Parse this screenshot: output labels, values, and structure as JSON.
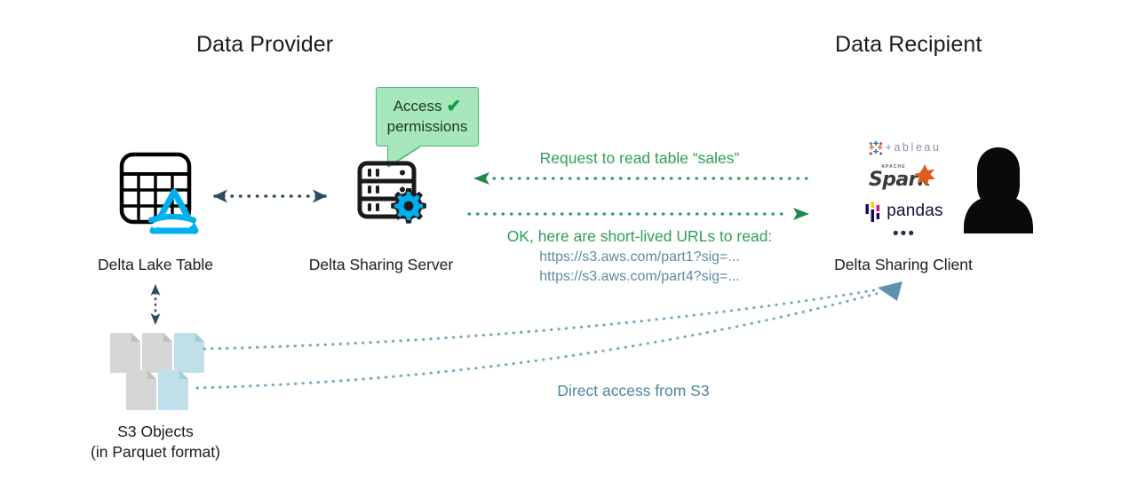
{
  "diagram": {
    "title_left": "Data Provider",
    "title_right": "Data Recipient",
    "colors": {
      "green_message": "#2f9e57",
      "callout_fill": "#a8e6bd",
      "callout_border": "#49b96e",
      "url_blue": "#5c8ba0",
      "arrow_dark_blue": "#2c4d5e",
      "arrow_light_blue": "#7aa8bd",
      "delta_blue": "#00b0f0",
      "file_gray": "#d6d6d6",
      "file_blue": "#bfe0ea",
      "text_black": "#1b1b1b"
    }
  },
  "provider": {
    "table_node": {
      "caption": "Delta Lake Table",
      "icon": "delta-lake-table-icon"
    },
    "server_node": {
      "caption": "Delta Sharing Server",
      "icon": "server-with-gear-icon"
    },
    "callout": {
      "line1": "Access",
      "line2": "permissions",
      "check_glyph": "✔"
    },
    "storage_node": {
      "caption_line1": "S3 Objects",
      "caption_line2": "(in Parquet format)",
      "files": [
        {
          "name": "file-gray-1",
          "color": "gray"
        },
        {
          "name": "file-gray-2",
          "color": "gray"
        },
        {
          "name": "file-blue-1",
          "color": "blue"
        },
        {
          "name": "file-gray-3",
          "color": "gray"
        },
        {
          "name": "file-blue-2",
          "color": "blue"
        }
      ]
    }
  },
  "recipient": {
    "caption": "Delta Sharing Client",
    "logos": [
      {
        "name": "tableau-logo",
        "label": "+ableau"
      },
      {
        "name": "spark-logo",
        "label_small": "APACHE",
        "label": "Spark"
      },
      {
        "name": "pandas-logo",
        "label": "pandas"
      }
    ],
    "more_indicator": "•••",
    "avatar": "user-avatar-icon"
  },
  "messages": {
    "request": "Request to read table “sales”",
    "response_header": "OK, here are short-lived URLs to read:",
    "response_url_1": "https://s3.aws.com/part1?sig=...",
    "response_url_2": "https://s3.aws.com/part4?sig=...",
    "direct_access": "Direct access from S3"
  }
}
